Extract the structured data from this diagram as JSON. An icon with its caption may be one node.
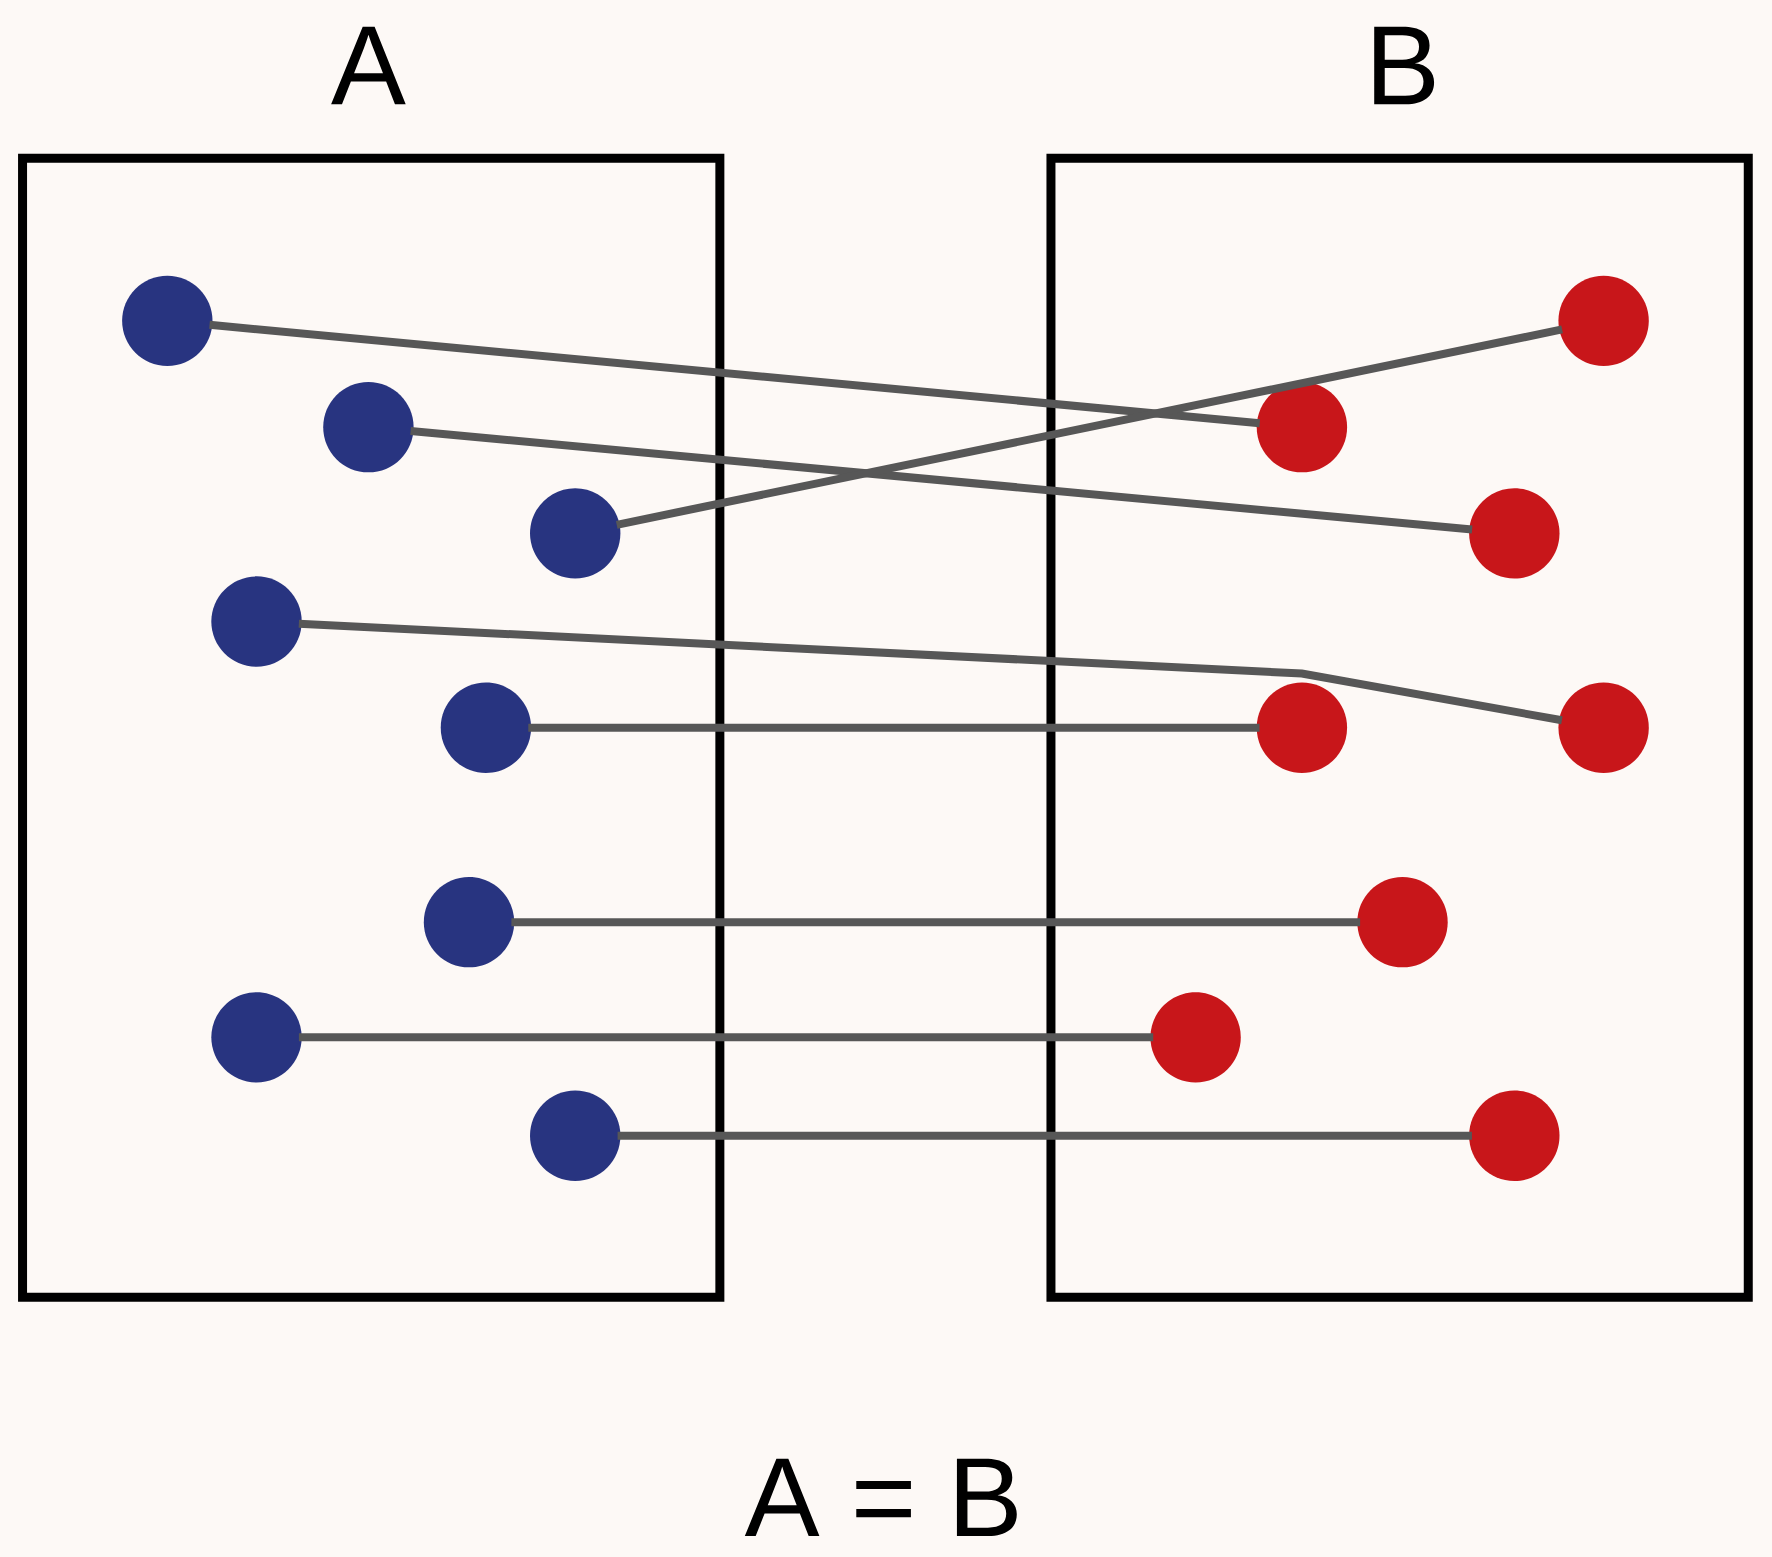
{
  "diagram": {
    "nodes": [
      {
        "text": [
          "A"
        ]
      },
      {
        "text": [
          "B"
        ]
      },
      {
        "text": [],
        "shape": "circle",
        "in": 0
      },
      {
        "text": [],
        "shape": "circle",
        "in": 0
      },
      {
        "text": [],
        "shape": "circle",
        "in": 0
      },
      {
        "text": [],
        "shape": "circle",
        "in": 0
      },
      {
        "text": [],
        "shape": "circle",
        "in": 0
      },
      {
        "text": [],
        "shape": "circle",
        "in": 0
      },
      {
        "text": [],
        "shape": "circle",
        "in": 0
      },
      {
        "text": [],
        "shape": "circle",
        "in": 0
      },
      {
        "text": [],
        "shape": "circle",
        "in": 1
      },
      {
        "text": [],
        "shape": "circle",
        "in": 1
      },
      {
        "text": [],
        "shape": "circle",
        "in": 1
      },
      {
        "text": [],
        "shape": "circle",
        "in": 1
      },
      {
        "text": [],
        "shape": "circle",
        "in": 1
      },
      {
        "text": [],
        "shape": "circle",
        "in": 1
      },
      {
        "text": [],
        "shape": "circle",
        "in": 1
      },
      {
        "text": [],
        "shape": "circle",
        "in": 1
      }
    ],
    "edges": [
      {
        "from": 2,
        "to": 11,
        "arrow": "none"
      },
      {
        "from": 3,
        "to": 12,
        "arrow": "none"
      },
      {
        "from": 4,
        "to": 10,
        "arrow": "none"
      },
      {
        "from": 5,
        "to": 14,
        "arrow": "none"
      },
      {
        "from": 6,
        "to": 13,
        "arrow": "none"
      },
      {
        "from": 7,
        "to": 15,
        "arrow": "none"
      },
      {
        "from": 8,
        "to": 16,
        "arrow": "none"
      },
      {
        "from": 9,
        "to": 17,
        "arrow": "none"
      }
    ],
    "labels": [
      "A = B"
    ]
  }
}
